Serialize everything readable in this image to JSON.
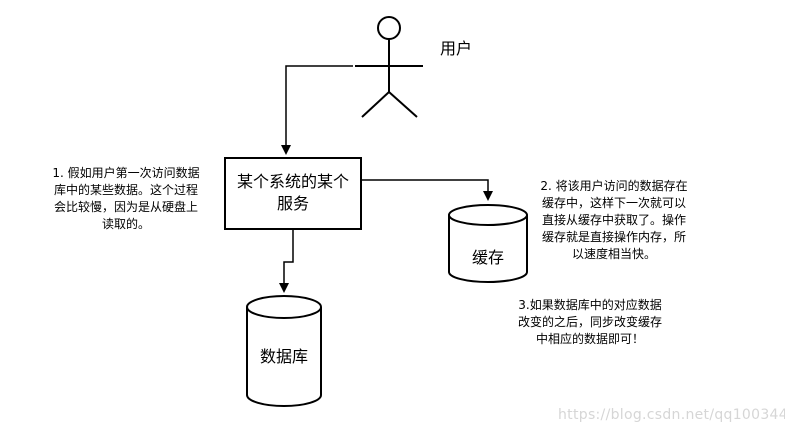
{
  "user": {
    "label": "用户"
  },
  "service": {
    "label": "某个系统的某个\n服务"
  },
  "cache": {
    "label": "缓存"
  },
  "database": {
    "label": "数据库"
  },
  "notes": {
    "step1": "1. 假如用户第一次访问数据\n库中的某些数据。这个过程\n会比较慢，因为是从硬盘上\n读取的。",
    "step2": "2. 将该用户访问的数据存在\n缓存中，这样下一次就可以\n直接从缓存中获取了。操作\n缓存就是直接操作内存，所\n以速度相当快。",
    "step3": "3.如果数据库中的对应数据\n改变的之后，同步改变缓存\n中相应的数据即可！"
  },
  "watermark": "https://blog.csdn.net/qq100344"
}
